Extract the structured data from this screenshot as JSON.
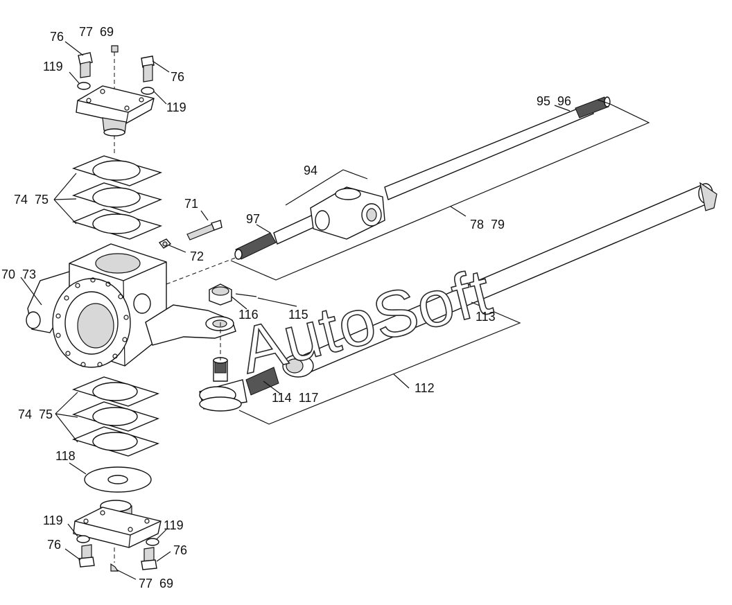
{
  "watermark": "AutoSoft",
  "callouts": {
    "top_bolt_left_76": "76",
    "top_plug_77_69": "77  69",
    "top_washer_left_119": "119",
    "top_bolt_right_76": "76",
    "top_washer_right_119": "119",
    "shims_upper_74_75": "74  75",
    "knuckle_70_73": "70  73",
    "pin_71": "71",
    "nut_72": "72",
    "tie_rod_94": "94",
    "tie_rod_end_95_96": "95  96",
    "tie_rod_97": "97",
    "tie_rod_78_79": "78  79",
    "castle_nut_116": "116",
    "cotter_115": "115",
    "drag_link_113": "113",
    "drag_link_112": "112",
    "ball_joint_114_117": "114  117",
    "shims_lower_74_75": "74  75",
    "thrust_washer_118": "118",
    "bottom_washer_left_119": "119",
    "bottom_washer_right_119": "119",
    "bottom_bolt_left_76": "76",
    "bottom_bolt_right_76": "76",
    "bottom_plug_77_69": "77  69"
  }
}
